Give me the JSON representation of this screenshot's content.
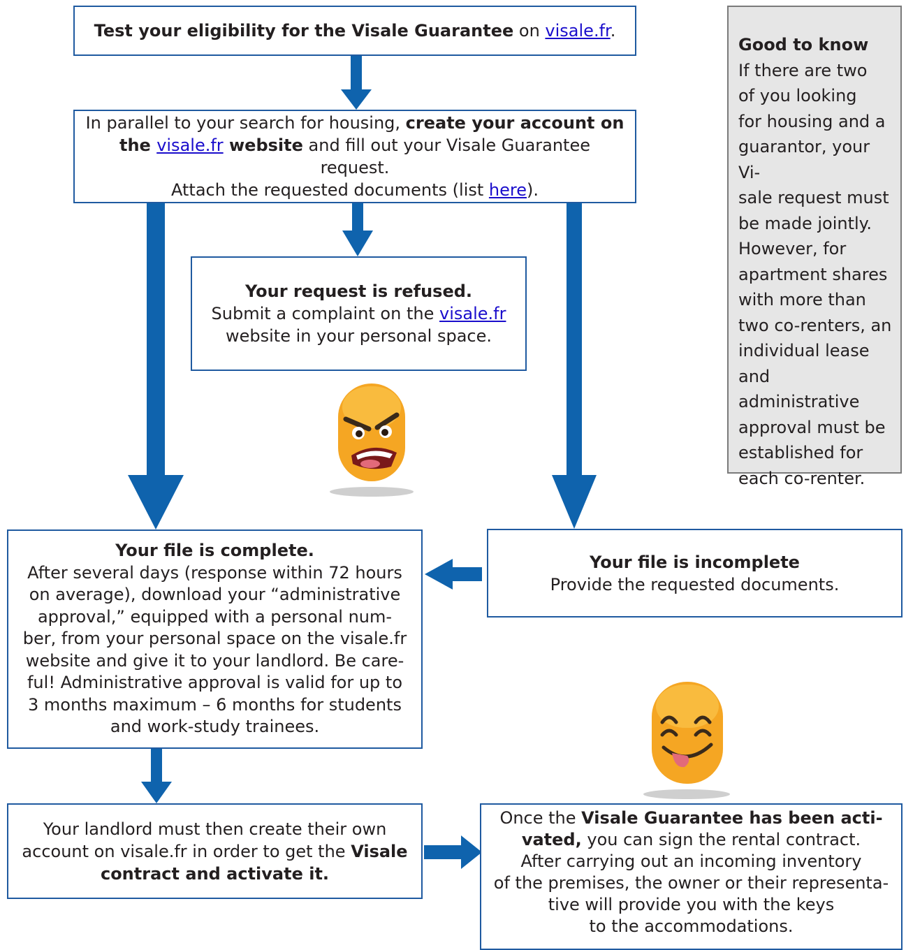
{
  "colors": {
    "arrow": "#0f63ad",
    "box_border": "#1f5aa0",
    "link": "#1a0dcc",
    "side_bg": "#e6e6e6"
  },
  "step1": {
    "bold": "Test your eligibility for the Visale Guarantee",
    "text": " on ",
    "link": "visale.fr",
    "after": "."
  },
  "step2": {
    "line1": "In parallel to your search for housing, ",
    "bold1": "create your account on the ",
    "link": "visale.fr",
    "bold2": " website",
    "line2": " and fill out your Visale Guarantee request.",
    "line3": "Attach the requested documents (list ",
    "link2": "here",
    "line3_end": ")."
  },
  "refused": {
    "title": "Your request is refused.",
    "text_a": "Submit a complaint on the ",
    "link": "visale.fr",
    "text_b": " website in your personal space."
  },
  "complete": {
    "title": "Your file is complete.",
    "lines": [
      "After several days (response within 72 hours",
      "on average), download your “administrative",
      "approval,” equipped with a personal num-",
      "ber, from your personal space on the visale.fr",
      "website and give it to your landlord. Be care-",
      "ful! Administrative approval is valid for up to",
      "3 months maximum – 6 months for students",
      "and work-study trainees."
    ]
  },
  "incomplete": {
    "title": "Your file is incomplete",
    "text": "Provide the requested documents."
  },
  "landlord": {
    "line1": "Your landlord must then create their own",
    "line2a": "account on visale.fr in order to get the ",
    "bold_a": "Visale",
    "bold_b": "contract and activate it."
  },
  "activated": {
    "pre": "Once the ",
    "bold_a": "Visale Guarantee has been acti-",
    "bold_b": "vated,",
    "post": " you can sign the rental contract.",
    "lines": [
      "After carrying out an incoming inventory",
      "of the premises, the owner or their representa-",
      "tive will provide you with the keys",
      "to the accommodations."
    ]
  },
  "good_to_know": {
    "title": "Good to know",
    "lines": [
      "If there are two",
      "of you looking",
      "for housing and a",
      "guarantor, your Vi-",
      "sale request must",
      "be made jointly.",
      "However, for",
      "apartment shares",
      "with more than",
      "two co-renters, an",
      "individual lease",
      "and administrative",
      "approval must be",
      "established for",
      "each co-renter."
    ]
  }
}
